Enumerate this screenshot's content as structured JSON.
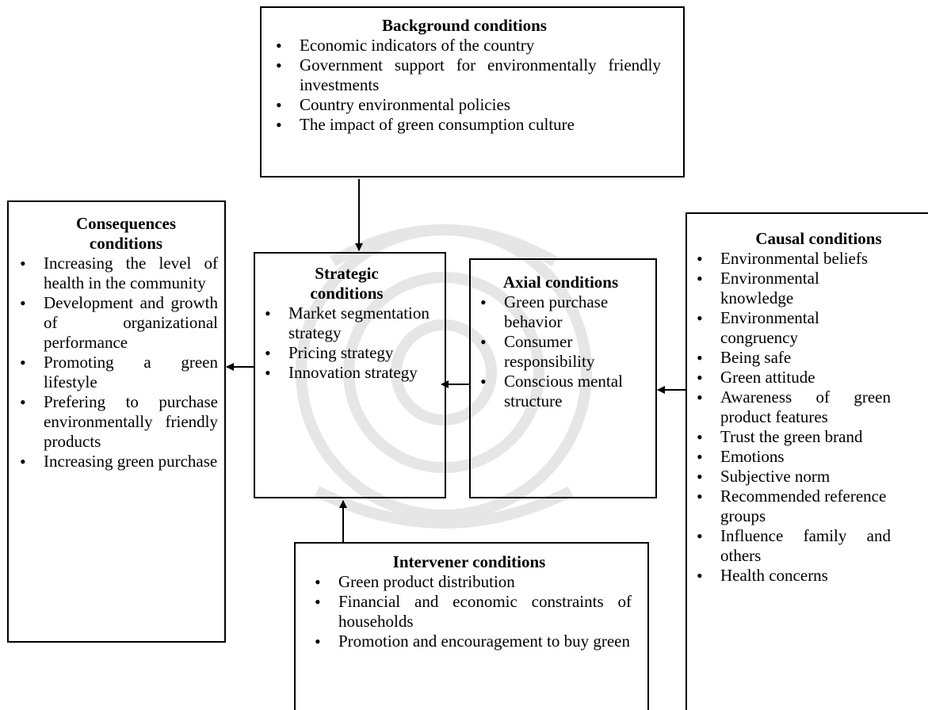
{
  "background": {
    "title": "Background conditions",
    "items": [
      "Economic indicators of the country",
      "Government support for environmentally friendly investments",
      "Country environmental policies",
      "The impact of green consumption culture"
    ]
  },
  "consequences": {
    "title": "Consequences conditions",
    "items": [
      "Increasing the level of health in the community",
      "Development and growth of organizational performance",
      "Promoting a green lifestyle",
      "Prefering to purchase environmentally friendly products",
      "Increasing green purchase"
    ]
  },
  "strategic": {
    "title": "Strategic conditions",
    "items": [
      "Market segmentation strategy",
      "Pricing strategy",
      "Innovation strategy"
    ]
  },
  "axial": {
    "title": "Axial conditions",
    "items": [
      "Green purchase behavior",
      "Consumer responsibility",
      "Conscious mental structure"
    ]
  },
  "causal": {
    "title": "Causal conditions",
    "items": [
      "Environmental beliefs",
      "Environmental knowledge",
      "Environmental congruency",
      "Being safe",
      "Green attitude",
      "Awareness of green product features",
      "Trust the green brand",
      "Emotions",
      "Subjective norm",
      "Recommended reference groups",
      "Influence family and others",
      "Health concerns"
    ]
  },
  "intervener": {
    "title": "Intervener conditions",
    "items": [
      "Green product distribution",
      "Financial and economic constraints of households",
      "Promotion and encouragement to buy green"
    ]
  }
}
